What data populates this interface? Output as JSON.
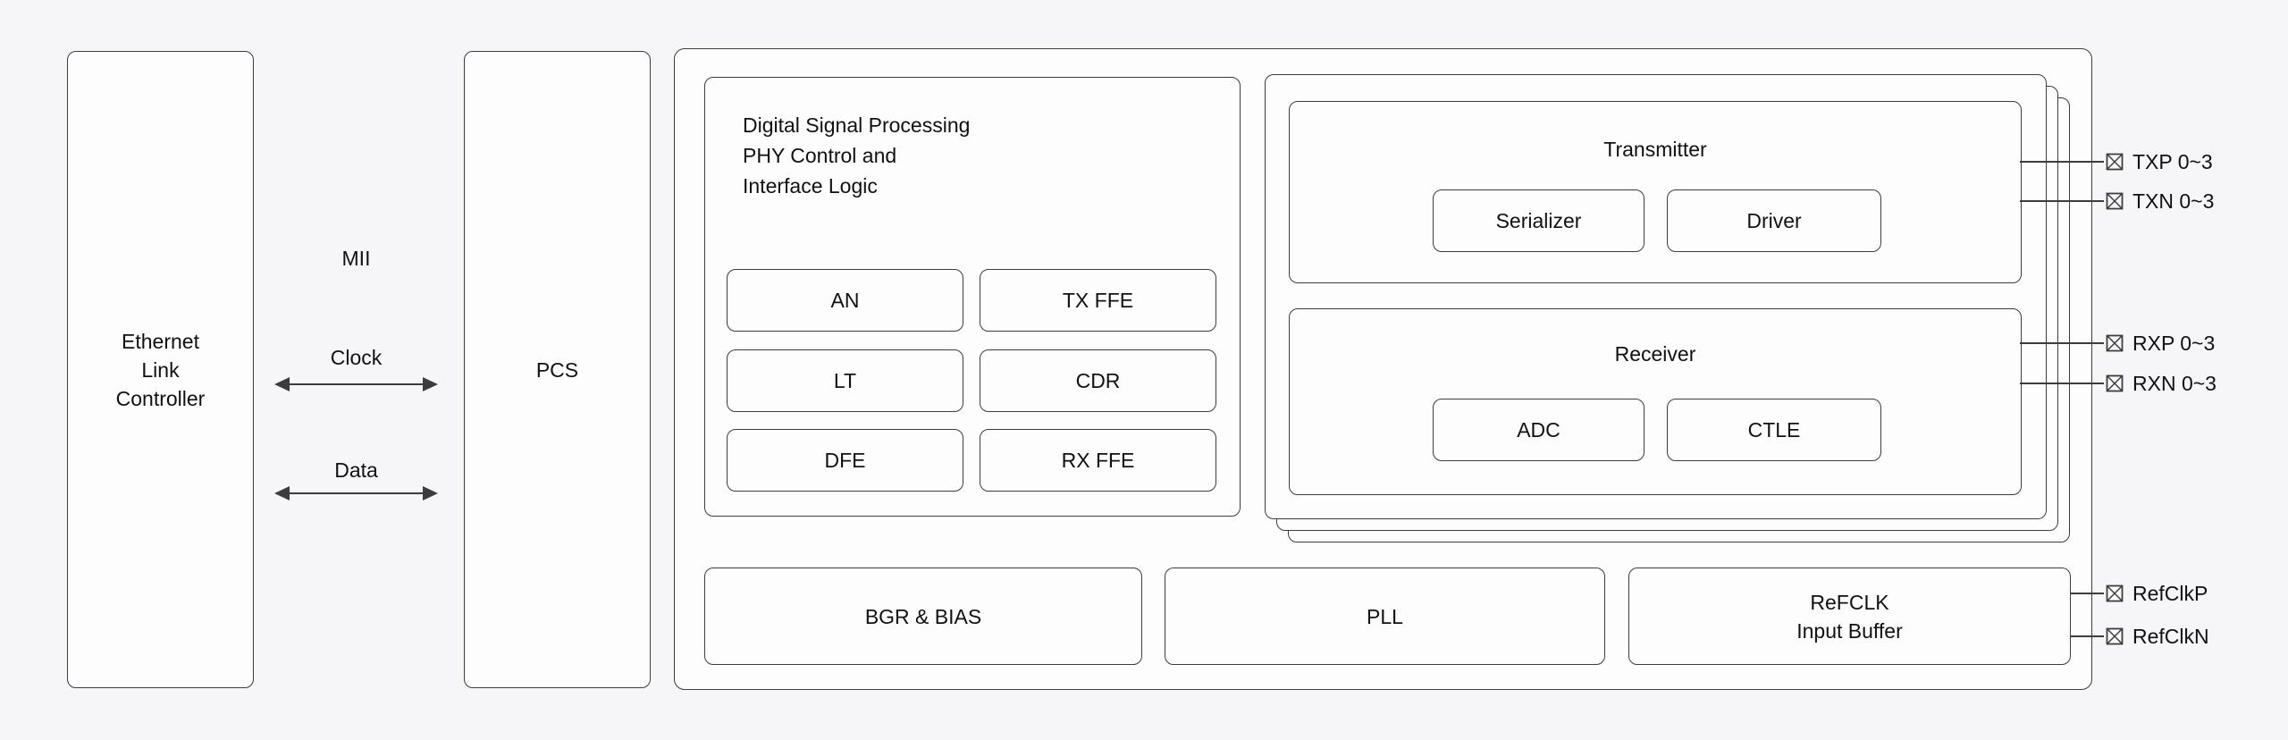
{
  "colors": {
    "background": "#f6f6f8",
    "box_fill": "#fdfdfd",
    "border": "#3c3c3c",
    "text": "#111111"
  },
  "controller": {
    "label": "Ethernet\nLink\nController"
  },
  "bus": {
    "mii": "MII",
    "clock": "Clock",
    "data": "Data"
  },
  "pcs": {
    "label": "PCS"
  },
  "dsp": {
    "title": "Digital Signal Processing\nPHY Control and\nInterface Logic",
    "blocks": [
      "AN",
      "TX FFE",
      "LT",
      "CDR",
      "DFE",
      "RX FFE"
    ]
  },
  "lane": {
    "transmitter": {
      "title": "Transmitter",
      "blocks": [
        "Serializer",
        "Driver"
      ]
    },
    "receiver": {
      "title": "Receiver",
      "blocks": [
        "ADC",
        "CTLE"
      ]
    }
  },
  "support": {
    "blocks": [
      "BGR & BIAS",
      "PLL",
      "ReFCLK\nInput Buffer"
    ]
  },
  "pins": [
    "TXP 0~3",
    "TXN 0~3",
    "RXP 0~3",
    "RXN 0~3",
    "RefClkP",
    "RefClkN"
  ]
}
